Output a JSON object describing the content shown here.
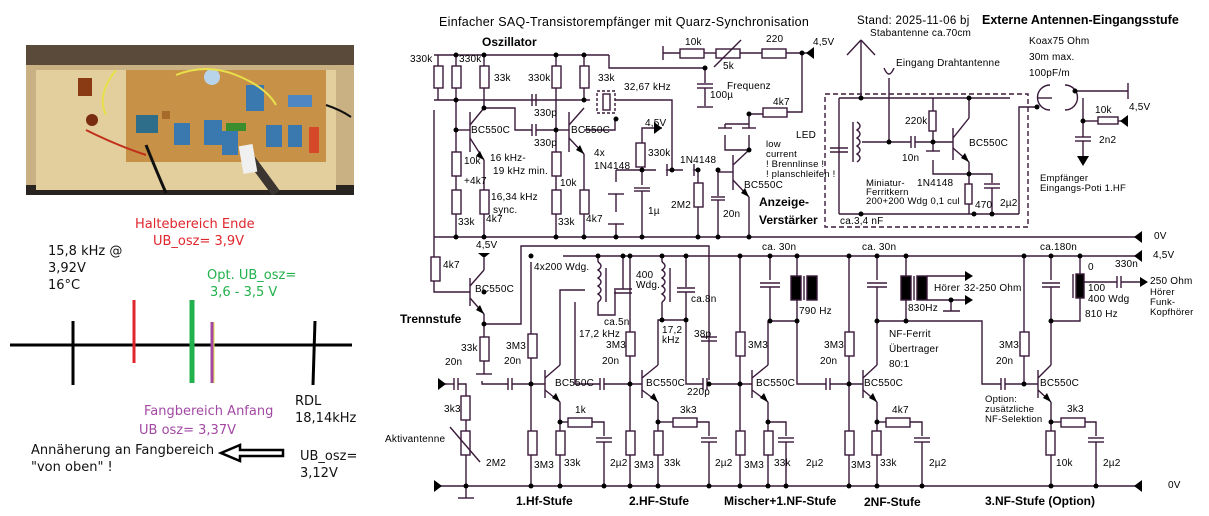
{
  "left_panel": {
    "photo": {
      "description": "Aufbau auf Lochrasterplatine"
    },
    "notes": {
      "freq_point": [
        "15,8 kHz @",
        "3,92V",
        "16°C"
      ],
      "halte_end": [
        "Haltebereich Ende",
        "UB_osz= 3,9V"
      ],
      "opt": [
        "Opt. UB_osz=",
        "3,6 - 3,5 V"
      ],
      "fang_start": [
        "Fangbereich Anfang",
        "UB  osz= 3,37V"
      ],
      "rdl": [
        "RDL",
        "18,14kHz"
      ],
      "rdl_ub": [
        "UB_osz=",
        "3,12V"
      ],
      "approach": [
        "Annäherung an Fangbereich",
        "\"von oben\" !"
      ]
    },
    "colors": {
      "red": "#e0262d",
      "green": "#22b14c",
      "purple": "#a349a4",
      "axis": "#000000"
    }
  },
  "schematic": {
    "title": "Einfacher SAQ-Transistorempfänger mit Quarz-Synchronisation",
    "stand": "Stand: 2025-11-06 bj",
    "stabantenne": "Stabantenne ca.70cm",
    "eingang_draht": "Eingang Drahtantenne",
    "ext_title": "Externe Antennen-Eingangsstufe",
    "koax": [
      "Koax75 Ohm",
      "30m max.",
      "100pF/m"
    ],
    "sections": {
      "oszillator": "Oszillator",
      "trennstufe": "Trennstufe",
      "anzeige": [
        "Anzeige-",
        "Verstärker"
      ],
      "hf1": "1.Hf-Stufe",
      "hf2": "2.HF-Stufe",
      "mischer": "Mischer+1.NF-Stufe",
      "nf2": "2NF-Stufe",
      "nf3": "3.NF-Stufe (Option)"
    },
    "rails": {
      "zero": "0V",
      "supply": "4,5V"
    },
    "labels": {
      "r330k_a": "330k",
      "r330k_b": "330k",
      "r33k_a": "33k",
      "r330k_c": "330k",
      "r33k_b": "33k",
      "xtal": "32,67 kHz",
      "c330p_a": "330p",
      "c330p_b": "330p",
      "t_osc1": "BC550C",
      "t_osc2": "BC550C",
      "r10k47": [
        "10k",
        "+4k7"
      ],
      "f1619": [
        "16 kHz-",
        "19 kHz min."
      ],
      "f1634": [
        "16,34 kHz",
        "sync."
      ],
      "r33k_c": "33k",
      "r4k7_a": "4k7",
      "r10k_b": "10k",
      "r33k_d": "33k",
      "r4k7_b": "4k7",
      "diodes4": [
        "4x",
        "1N4148"
      ],
      "v45_a": "4,5V",
      "r330k_d": "330k",
      "d1n4148": "1N4148",
      "c1u": "1µ",
      "r2m2": "2M2",
      "c20n_a": "20n",
      "r10k_top": "10k",
      "pot5k": "5k",
      "r220": "220",
      "v45_top": "4,5V",
      "frequenz": "Frequenz",
      "c100u": "100µ",
      "r4k7_led": "4k7",
      "led": "LED",
      "low_current": [
        "low",
        "current",
        "! Brennlinse !",
        "! planschleifen !"
      ],
      "t_anz": "BC550C",
      "r220k": "220k",
      "c10n": "10n",
      "t_ant": "BC550C",
      "ferrit": [
        "Miniatur-",
        "Ferritkern",
        "200+200 Wdg 0,1 cul"
      ],
      "d_ant": "1N4148",
      "r470": "470",
      "c2u2_ant": "2µ2",
      "c34n": "ca.3,4 nF",
      "r10k_ext": "10k",
      "v45_ext": "4,5V",
      "c2n2": "2n2",
      "empf": [
        "Empfänger",
        "Eingangs-Poti 1.HF"
      ],
      "v45_trenn": "4,5V",
      "r4k7_trenn": "4k7",
      "t_trenn": "BC550C",
      "r33k_trenn": "33k",
      "wdg4x200": "4x200 Wdg.",
      "wdg400": [
        "400",
        "Wdg."
      ],
      "c5n": "ca.5n",
      "c8n": "ca.8n",
      "f172_a": "17,2 kHz",
      "f172_b": [
        "17,2",
        "kHz"
      ],
      "c38p": "38p",
      "r3m3_1": "3M3",
      "r3m3_2": "3M3",
      "r3m3_3": "3M3",
      "r3m3_4": "3M3",
      "r3m3_5": "3M3",
      "c20n_1": "20n",
      "c20n_in": "20n",
      "c20n_2": "20n",
      "c20n_3": "20n",
      "c20n_4": "20n",
      "c20n_5": "20n",
      "c220p": "220p",
      "t_hf1": "BC550C",
      "t_hf2": "BC550C",
      "t_mix": "BC550C",
      "t_nf2": "BC550C",
      "t_nf3": "BC550C",
      "c30n_a": "ca. 30n",
      "c30n_b": "ca. 30n",
      "c180n": "ca.180n",
      "f790": "790 Hz",
      "f830": "830Hz",
      "hoerer": "Hörer",
      "hoerer_ohm": "32-250 Ohm",
      "nf_ferrit": [
        "NF-Ferrit",
        "Übertrager",
        "80:1"
      ],
      "tap0": "0",
      "tap100": "100",
      "wdg400b": "400 Wdg",
      "f810": "810 Hz",
      "c330n": "330n",
      "out250": "250 Ohm",
      "funk": [
        "Hörer",
        "Funk-",
        "Kopfhörer"
      ],
      "option": [
        "Option:",
        "zusätzliche",
        "NF-Selektion"
      ],
      "aktiv": "Aktivantenne",
      "r3k3_in": "3k3",
      "pot2m2": "2M2",
      "r1k": "1k",
      "r3k3_2": "3k3",
      "r4k7_nf2": "4k7",
      "r3k3_nf3": "3k3",
      "r3m3_b1": "3M3",
      "r33k_b1": "33k",
      "c2u2_b1": "2µ2",
      "r3m3_b2": "3M3",
      "r33k_b2": "33k",
      "c2u2_b2": "2µ2",
      "r3m3_b3": "3M3",
      "r33k_b3": "33k",
      "c2u2_b3": "2µ2",
      "r3m3_b4": "3M3",
      "r33k_b4": "33k",
      "c2u2_b4": "2µ2",
      "r10k_b5": "10k",
      "c2u2_b5": "2µ2"
    }
  }
}
